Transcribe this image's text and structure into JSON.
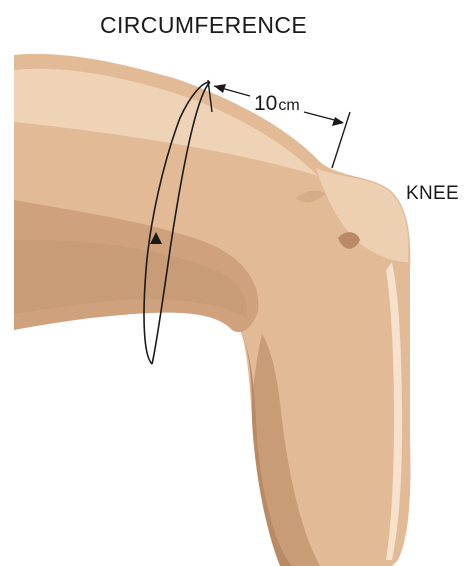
{
  "diagram": {
    "title": "CIRCUMFERENCE",
    "knee_label": "KNEE",
    "measurement": {
      "value": "10",
      "unit": "cm"
    }
  },
  "colors": {
    "skin_base": "#e2bb96",
    "skin_light": "#efd3b6",
    "skin_highlight": "#f5e1cc",
    "skin_shadow": "#c99c78",
    "skin_deep_shadow": "#b98a66",
    "outline": "#1a1a1a",
    "background": "#ffffff"
  },
  "icons": [
    "leg-illustration",
    "measuring-tape-loop",
    "dimension-arrow",
    "direction-arrow"
  ]
}
